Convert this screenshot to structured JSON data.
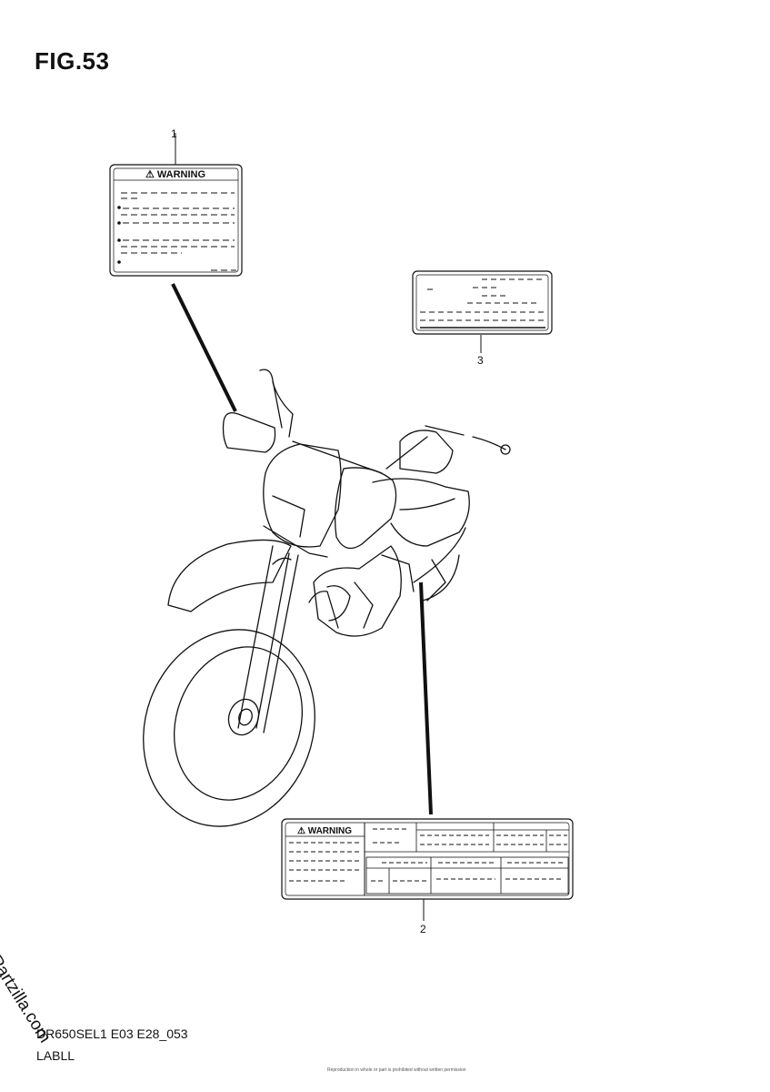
{
  "figure": {
    "title": "FIG.53"
  },
  "callouts": {
    "label_1": "1",
    "label_2": "2",
    "label_3": "3"
  },
  "labels": {
    "warning_1": "⚠ WARNING",
    "warning_2": "⚠ WARNING"
  },
  "footer": {
    "model_code": "DR650SEL1 E03 E28_053",
    "section_name": "LABLL",
    "copyright_note": "Reproduction in whole or part is prohibited without written permission"
  },
  "watermark": "© Partzilla.com"
}
